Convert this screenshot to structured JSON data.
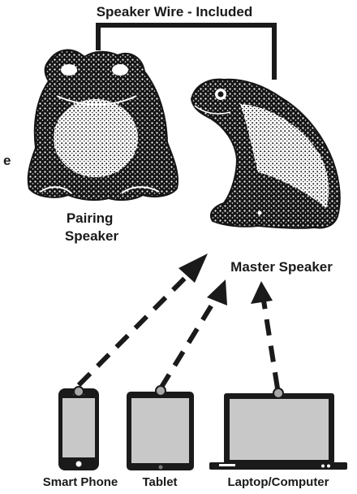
{
  "diagram": {
    "wire_label": "Speaker Wire - Included",
    "pairing_speaker_label": [
      "Pairing",
      "Speaker"
    ],
    "master_speaker_label": "Master Speaker",
    "stray_fragment": "e",
    "devices": [
      {
        "key": "phone",
        "label": "Smart Phone"
      },
      {
        "key": "tablet",
        "label": "Tablet"
      },
      {
        "key": "laptop",
        "label": "Laptop/Computer"
      }
    ],
    "colors": {
      "ink": "#1a1a1a",
      "screen": "#c8c8c8",
      "camera": "#a8a8a8",
      "frog_dark": "#151515",
      "frog_light": "#ffffff"
    },
    "icons": [
      "frog-statue-icon",
      "frog-statue-icon",
      "smartphone-icon",
      "tablet-icon",
      "laptop-icon",
      "dashed-arrow-icon"
    ]
  }
}
